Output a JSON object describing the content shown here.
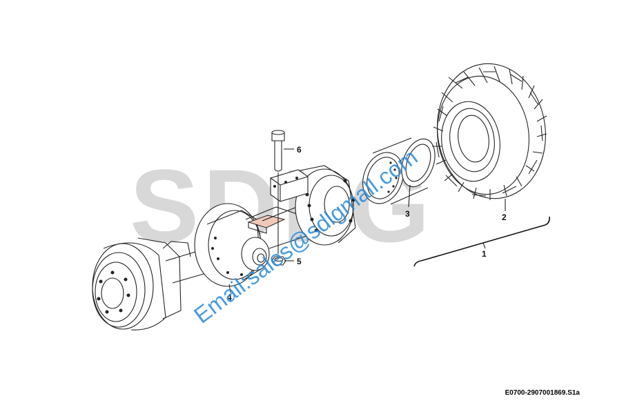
{
  "diagram": {
    "callouts": [
      {
        "id": "1",
        "label": "1"
      },
      {
        "id": "2",
        "label": "2"
      },
      {
        "id": "3",
        "label": "3"
      },
      {
        "id": "4",
        "label": "4"
      },
      {
        "id": "5",
        "label": "5"
      },
      {
        "id": "6",
        "label": "6"
      }
    ],
    "reference_code": "E0700-2907001869.S1a",
    "watermark_logo": "SDLG",
    "watermark_email": "Email:sales@sdlgmall.com"
  }
}
